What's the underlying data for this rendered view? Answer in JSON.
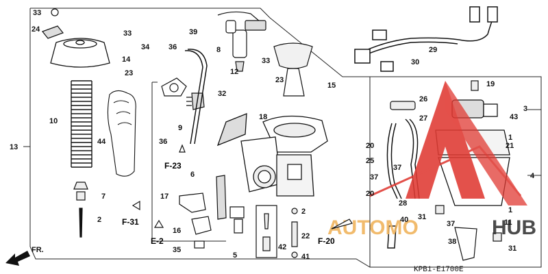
{
  "diagram": {
    "drawing_code": "KPB1-E1700E",
    "front_marker": "FR.",
    "watermark": {
      "word_a": "AUTOMO",
      "word_b": "HUB",
      "accent_color": "#e03a33",
      "tint_color": "#f0b25a"
    },
    "references": [
      "F-23",
      "F-31",
      "E-2",
      "F-20"
    ],
    "callouts": [
      "1",
      "2",
      "3",
      "4",
      "5",
      "6",
      "7",
      "8",
      "9",
      "10",
      "11",
      "12",
      "13",
      "14",
      "15",
      "16",
      "17",
      "18",
      "19",
      "20",
      "21",
      "22",
      "23",
      "24",
      "25",
      "26",
      "27",
      "28",
      "29",
      "30",
      "31",
      "32",
      "33",
      "34",
      "35",
      "36",
      "37",
      "38",
      "39",
      "40",
      "41",
      "42",
      "43",
      "44"
    ]
  }
}
